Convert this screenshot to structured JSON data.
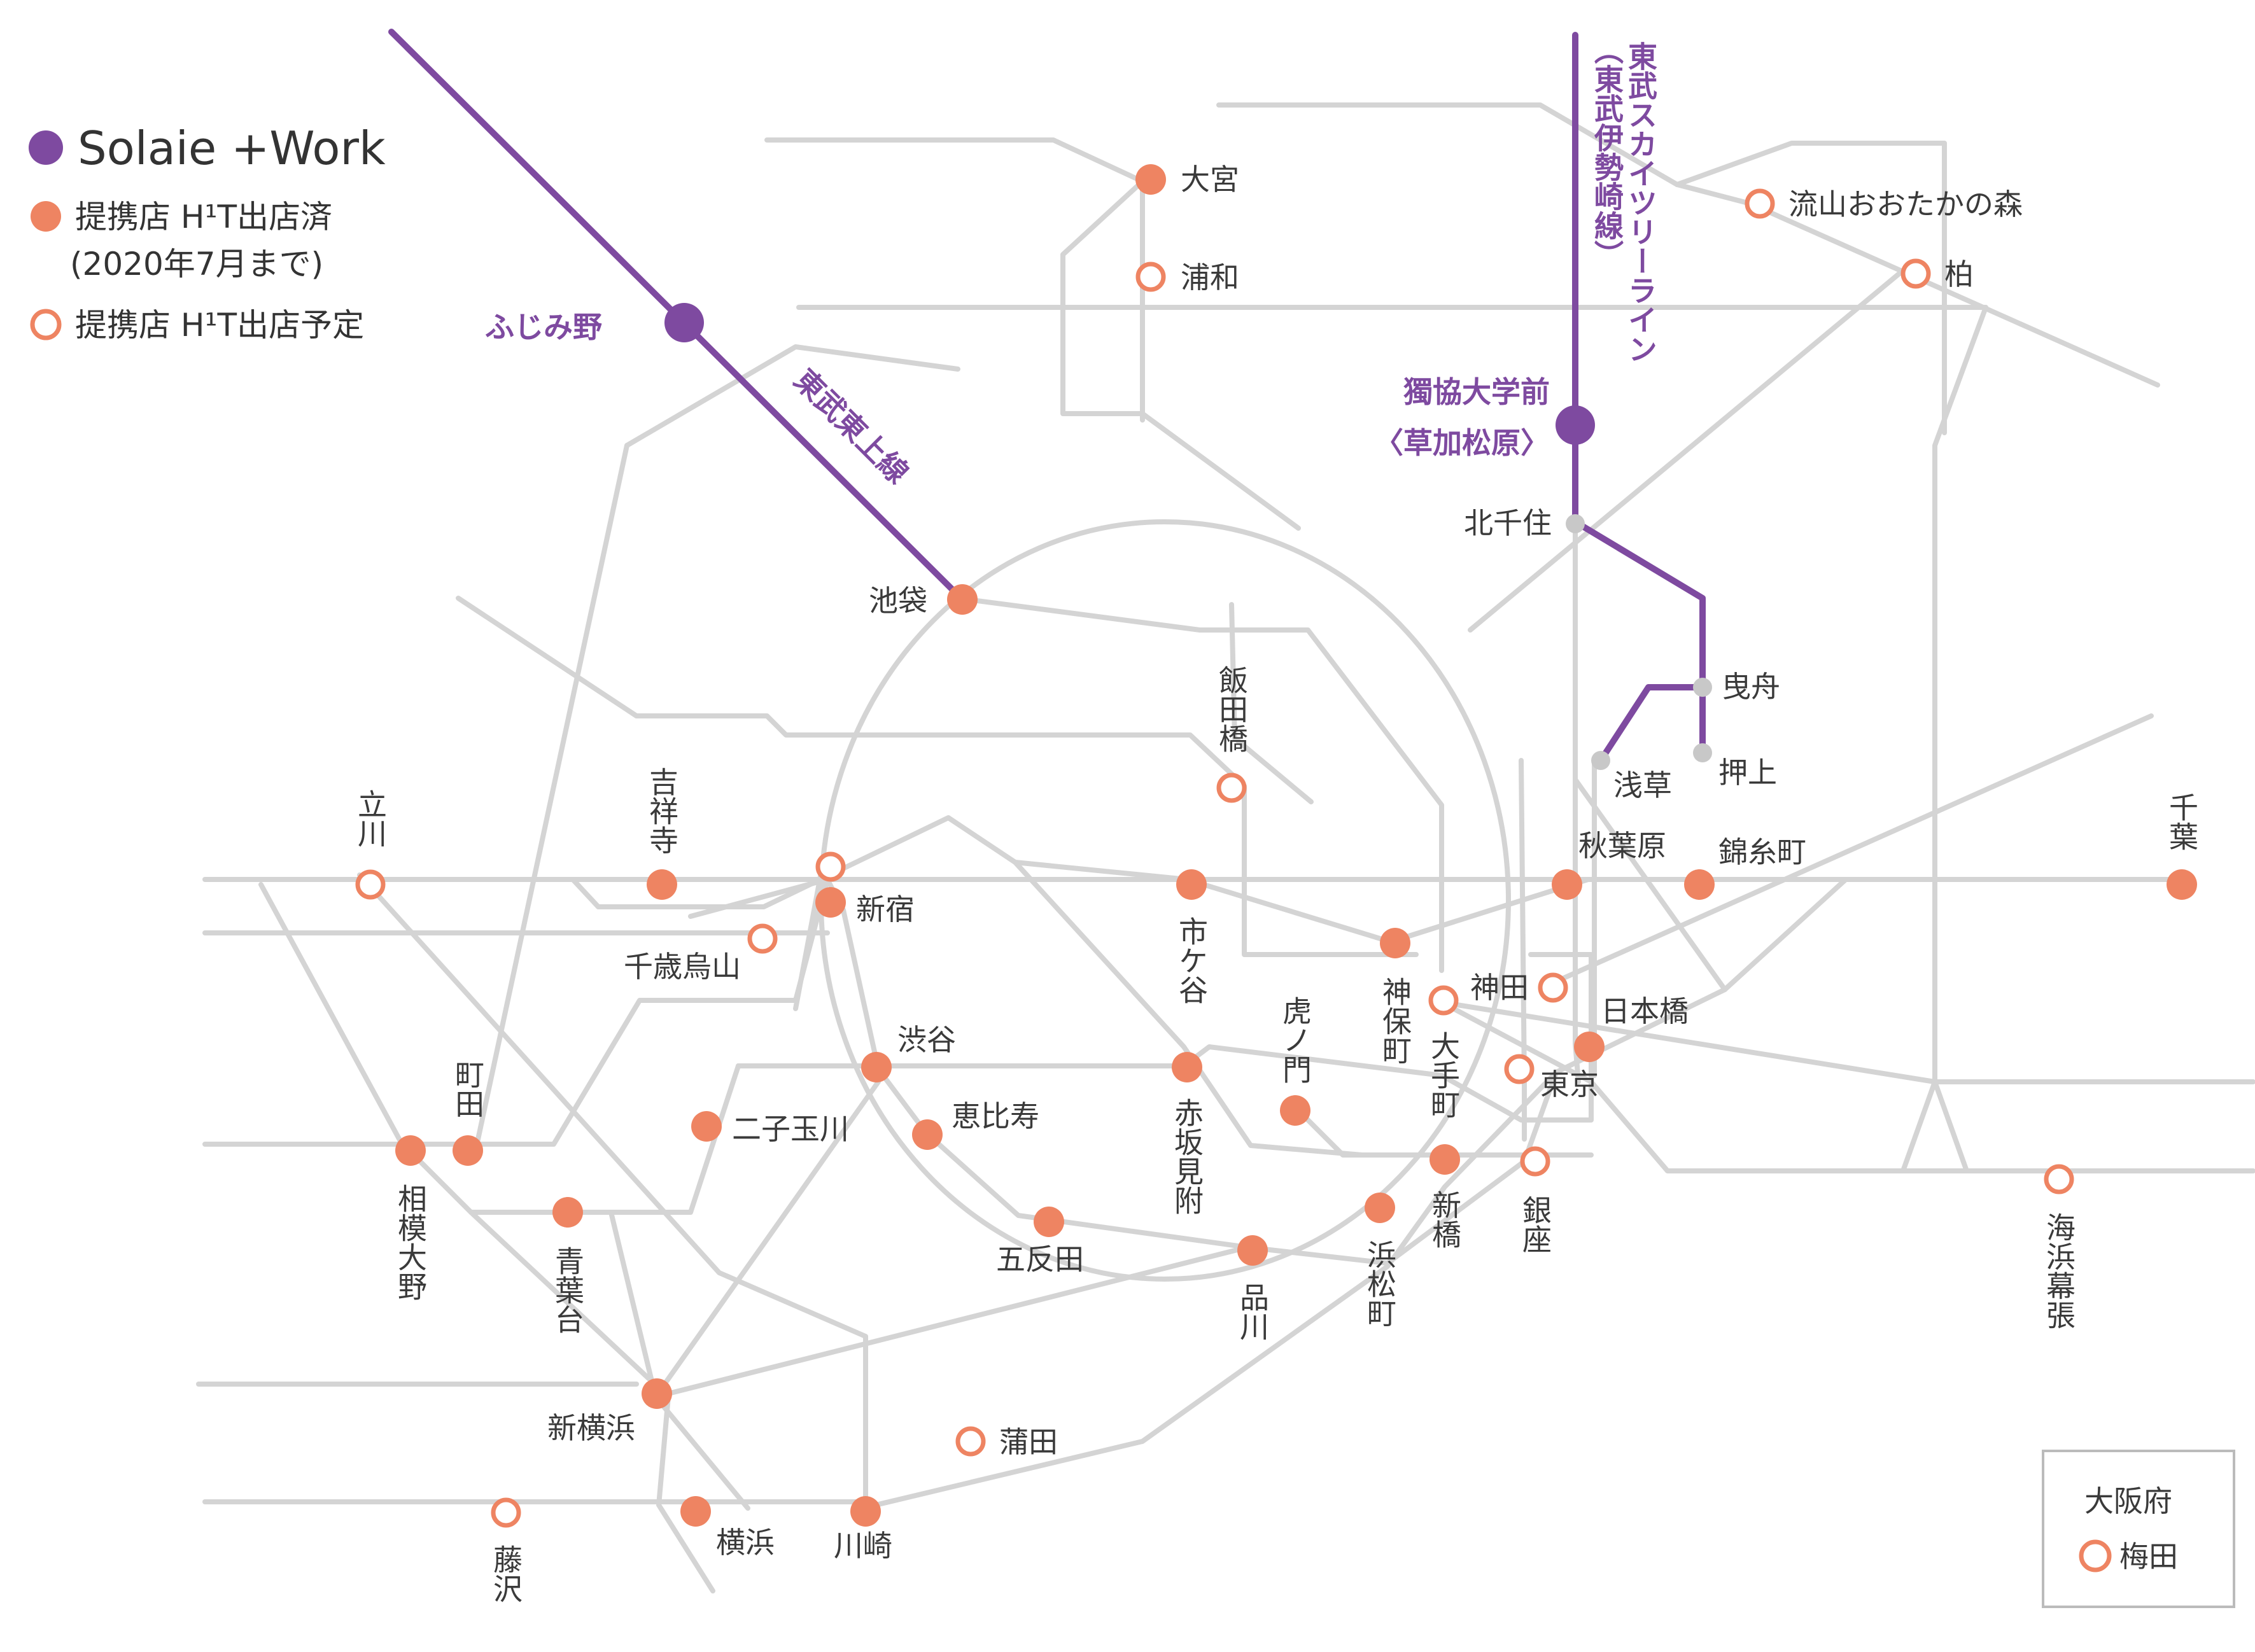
{
  "legend": {
    "solaie_label": "Solaie +Work",
    "partner_open_label": "提携店  H¹T出店済",
    "partner_open_note": "(2020年7月まで)",
    "partner_planned_label": "提携店  H¹T出店予定"
  },
  "colors": {
    "solaie": "#7e4aa0",
    "partner": "#ee8462",
    "rail_line": "#d4d4d4",
    "minor_station": "#c8c8c8"
  },
  "solaie_stations": [
    {
      "id": "fujimino",
      "label": "ふじみ野"
    },
    {
      "id": "dokkyo",
      "label": "獨協大学前",
      "sublabel": "〈草加松原〉"
    }
  ],
  "line_labels": {
    "tobu_tojo": "東武東上線",
    "tobu_skytree": "東武スカイツリーライン",
    "tobu_isesaki": "（東武伊勢崎線）"
  },
  "minor_stations": [
    "北千住",
    "曳舟",
    "浅草",
    "押上"
  ],
  "partner_stations": [
    {
      "id": "omiya",
      "label": "大宮",
      "status": "open"
    },
    {
      "id": "urawa",
      "label": "浦和",
      "status": "planned"
    },
    {
      "id": "nagareyama",
      "label": "流山おおたかの森",
      "status": "planned"
    },
    {
      "id": "kashiwa",
      "label": "柏",
      "status": "planned"
    },
    {
      "id": "ikebukuro",
      "label": "池袋",
      "status": "open"
    },
    {
      "id": "iidabashi",
      "label": "飯田橋",
      "status": "planned"
    },
    {
      "id": "tachikawa",
      "label": "立川",
      "status": "planned"
    },
    {
      "id": "kichijoji",
      "label": "吉祥寺",
      "status": "open"
    },
    {
      "id": "shinjuku",
      "label": "新宿",
      "status": "open"
    },
    {
      "id": "shinjuku2",
      "label": "",
      "status": "planned"
    },
    {
      "id": "chitosekarasuyama",
      "label": "千歳烏山",
      "status": "planned"
    },
    {
      "id": "ichigaya",
      "label": "市ケ谷",
      "status": "open"
    },
    {
      "id": "akihabara",
      "label": "秋葉原",
      "status": "open"
    },
    {
      "id": "kinshicho",
      "label": "錦糸町",
      "status": "open"
    },
    {
      "id": "chiba",
      "label": "千葉",
      "status": "open"
    },
    {
      "id": "jimbocho",
      "label": "神保町",
      "status": "open"
    },
    {
      "id": "kanda",
      "label": "神田",
      "status": "planned"
    },
    {
      "id": "otemachi",
      "label": "大手町",
      "status": "planned"
    },
    {
      "id": "nihombashi",
      "label": "日本橋",
      "status": "open"
    },
    {
      "id": "tokyo",
      "label": "東京",
      "status": "planned"
    },
    {
      "id": "machida",
      "label": "町田",
      "status": "open"
    },
    {
      "id": "sagamiono",
      "label": "相模大野",
      "status": "open"
    },
    {
      "id": "shibuya",
      "label": "渋谷",
      "status": "open"
    },
    {
      "id": "futakotamagawa",
      "label": "二子玉川",
      "status": "open"
    },
    {
      "id": "ebisu",
      "label": "恵比寿",
      "status": "open"
    },
    {
      "id": "akasakamitsuke",
      "label": "赤坂見附",
      "status": "open"
    },
    {
      "id": "toranomon",
      "label": "虎ノ門",
      "status": "open"
    },
    {
      "id": "shimbashi",
      "label": "新橋",
      "status": "open"
    },
    {
      "id": "ginza",
      "label": "銀座",
      "status": "planned"
    },
    {
      "id": "hamamatsucho",
      "label": "浜松町",
      "status": "open"
    },
    {
      "id": "gotanda",
      "label": "五反田",
      "status": "open"
    },
    {
      "id": "shinagawa",
      "label": "品川",
      "status": "open"
    },
    {
      "id": "aobadai",
      "label": "青葉台",
      "status": "open"
    },
    {
      "id": "shinyokohama",
      "label": "新横浜",
      "status": "open"
    },
    {
      "id": "kamata",
      "label": "蒲田",
      "status": "planned"
    },
    {
      "id": "fujisawa",
      "label": "藤沢",
      "status": "planned"
    },
    {
      "id": "yokohama",
      "label": "横浜",
      "status": "open"
    },
    {
      "id": "kawasaki",
      "label": "川崎",
      "status": "open"
    },
    {
      "id": "kaihinmakuhari",
      "label": "海浜幕張",
      "status": "planned"
    }
  ],
  "osaka_box": {
    "title": "大阪府",
    "station": "梅田",
    "status": "planned"
  }
}
